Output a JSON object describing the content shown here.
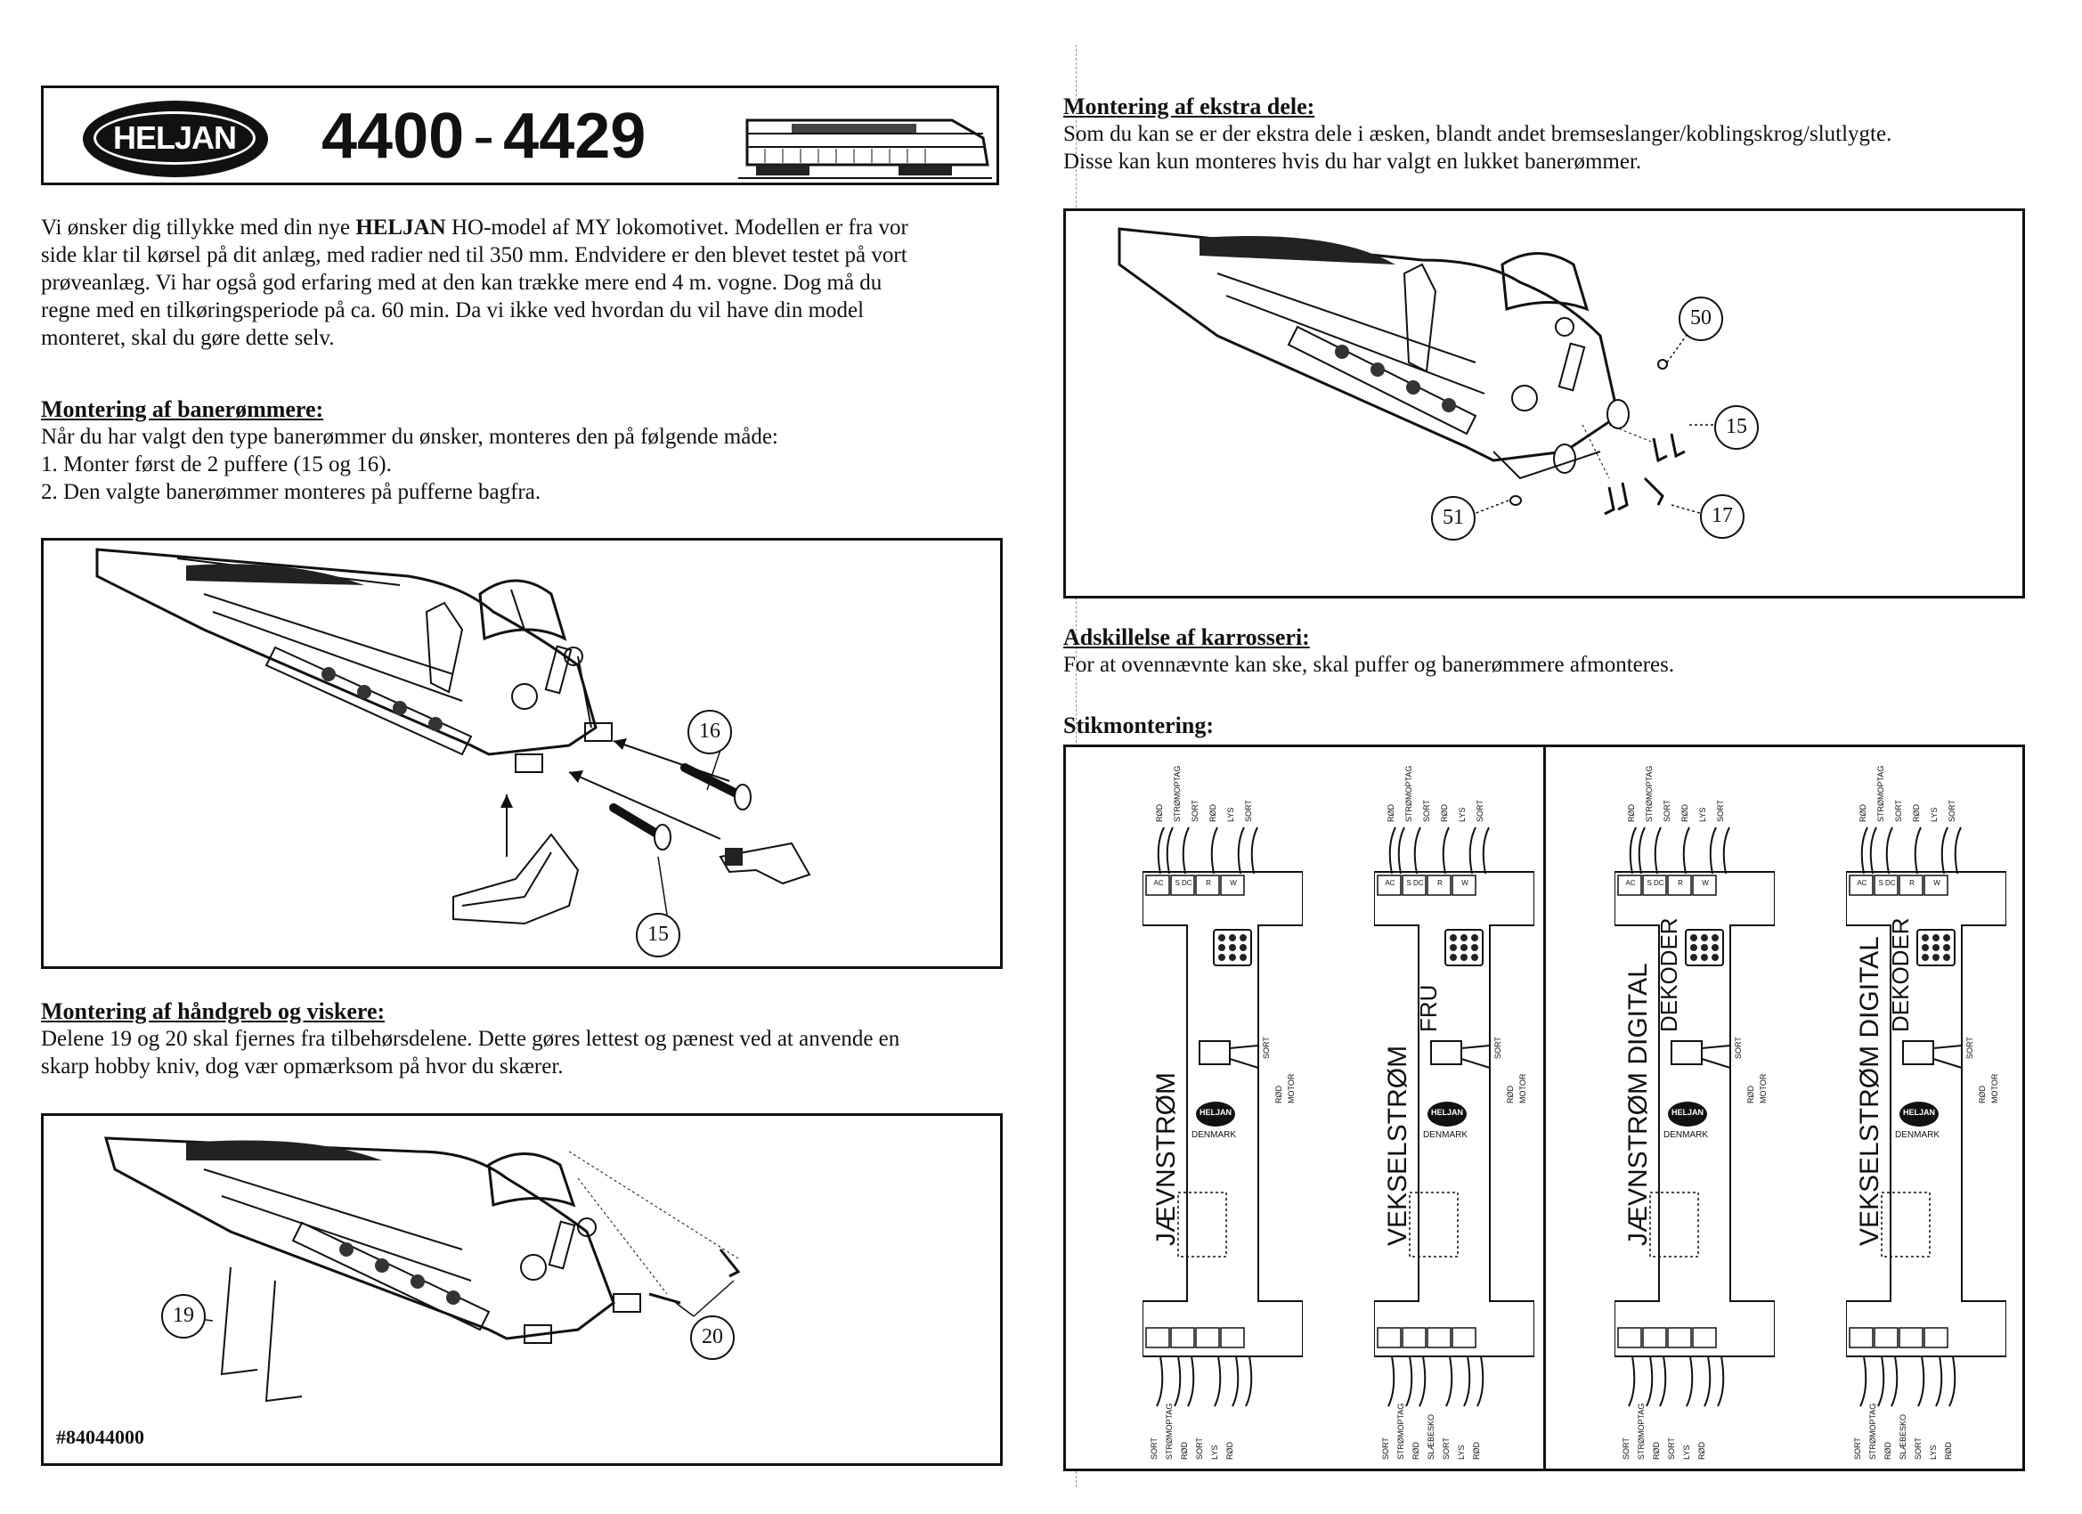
{
  "header": {
    "logo_text": "HELJAN",
    "model_number_1": "4400",
    "model_dash": "-",
    "model_number_2": "4429"
  },
  "intro": {
    "prefix": "Vi ønsker dig tillykke med din nye ",
    "brand": "HELJAN",
    "line1_rest": " HO-model af MY lokomotivet. Modellen er fra vor",
    "line2": "side klar til kørsel på dit anlæg, med radier ned til 350 mm. Endvidere er den blevet testet på vort",
    "line3": "prøveanlæg. Vi har også god erfaring med at den kan trække mere end 4 m. vogne. Dog må du",
    "line4": "regne med en tilkøringsperiode på ca. 60 min. Da vi ikke ved hvordan du vil have din model",
    "line5": "monteret, skal du gøre dette selv."
  },
  "section_banerommere": {
    "title": "Montering af banerømmere:",
    "line1": "Når du har valgt den type banerømmer du ønsker, monteres den på følgende måde:",
    "line2": "1. Monter først de 2 puffere (15 og 16).",
    "line3": "2. Den valgte banerømmer monteres på pufferne bagfra.",
    "callouts": [
      "16",
      "15"
    ]
  },
  "section_handgreb": {
    "title": "Montering af håndgreb og viskere:",
    "line1": "Delene 19 og 20 skal fjernes fra tilbehørsdelene. Dette gøres lettest og pænest ved at anvende en",
    "line2": "skarp hobby kniv, dog vær opmærksom på hvor du skærer.",
    "callouts": [
      "19",
      "20"
    ],
    "part_number": "#84044000"
  },
  "section_ekstra": {
    "title": "Montering af ekstra dele:",
    "line1": "Som du kan se er der ekstra dele i æsken, blandt andet bremseslanger/koblingskrog/slutlygte.",
    "line2": "Disse kan kun monteres hvis du har valgt en lukket banerømmer.",
    "callouts": [
      "50",
      "15",
      "51",
      "17"
    ]
  },
  "section_adskillelse": {
    "title": "Adskillelse af karrosseri:",
    "line1": "For at ovennævnte kan ske, skal puffer og banerømmere afmonteres."
  },
  "section_stik": {
    "title": "Stikmontering:",
    "boards": [
      {
        "label": "JÆVNSTRØM",
        "sub": ""
      },
      {
        "label": "VEKSELSTRØM",
        "sub": "FRU"
      },
      {
        "label": "JÆVNSTRØM DIGITAL",
        "sub": "DEKODER"
      },
      {
        "label": "VEKSELSTRØM DIGITAL",
        "sub": "DEKODER"
      }
    ],
    "logo_text": "HELJAN",
    "logo_sub": "DENMARK",
    "top_pins": [
      "AC",
      "S DC",
      "R",
      "W"
    ],
    "motor_wires": [
      "SORT",
      "RØD",
      "MOTOR"
    ],
    "top_wires_a": [
      "RØD",
      "STRØMOPTAG",
      "SORT",
      "RØD",
      "LYS",
      "SORT"
    ],
    "bottom_wires_a": [
      "SORT",
      "STRØMOPTAG",
      "RØD",
      "SORT",
      "LYS",
      "RØD"
    ],
    "bottom_wires_b": [
      "SORT",
      "STRØMOPTAG",
      "RØD",
      "SLÆBESKO",
      "SORT",
      "LYS",
      "RØD"
    ]
  },
  "colors": {
    "ink": "#111111",
    "paper": "#ffffff"
  }
}
